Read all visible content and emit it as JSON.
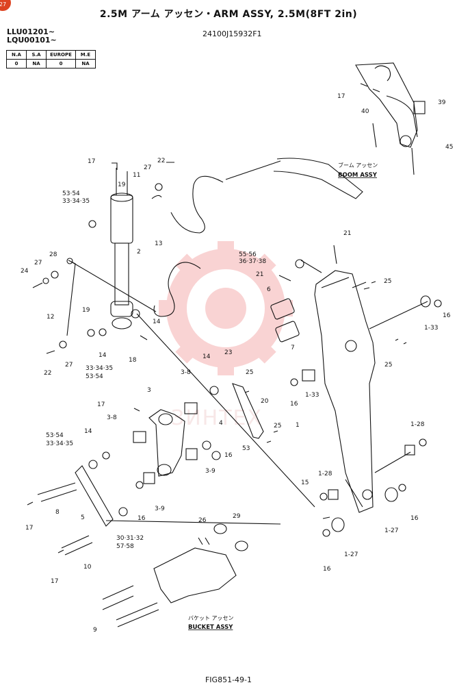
{
  "page": {
    "badge": "27",
    "title": "2.5M アーム アッセン・ARM ASSY, 2.5M(8FT 2in)",
    "serials": [
      "LLU01201~",
      "LQU00101~"
    ],
    "part_number": "24100J15932F1",
    "figure_code": "FIG851-49-1"
  },
  "region_table": {
    "headers": [
      "N.A",
      "S.A",
      "EUROPE",
      "M.E"
    ],
    "values": [
      "0",
      "NA",
      "0",
      "NA"
    ]
  },
  "assemblies": {
    "boom_jp": "ブーム アッセン",
    "boom_en": "BOOM ASSY",
    "bucket_jp": "バケット アッセン",
    "bucket_en": "BUCKET ASSY"
  },
  "callouts": [
    {
      "text": "17"
    },
    {
      "text": "40"
    },
    {
      "text": "39"
    },
    {
      "text": "45"
    },
    {
      "text": "17"
    },
    {
      "text": "22"
    },
    {
      "text": "27"
    },
    {
      "text": "11"
    },
    {
      "text": "19"
    },
    {
      "text": "53·54"
    },
    {
      "text": "33·34·35"
    },
    {
      "text": "13"
    },
    {
      "text": "2"
    },
    {
      "text": "28"
    },
    {
      "text": "27"
    },
    {
      "text": "24"
    },
    {
      "text": "12"
    },
    {
      "text": "19"
    },
    {
      "text": "14"
    },
    {
      "text": "14"
    },
    {
      "text": "33·34·35"
    },
    {
      "text": "53·54"
    },
    {
      "text": "18"
    },
    {
      "text": "22"
    },
    {
      "text": "27"
    },
    {
      "text": "55·56"
    },
    {
      "text": "36·37·38"
    },
    {
      "text": "21"
    },
    {
      "text": "21"
    },
    {
      "text": "6"
    },
    {
      "text": "25"
    },
    {
      "text": "7"
    },
    {
      "text": "16"
    },
    {
      "text": "1-33"
    },
    {
      "text": "25"
    },
    {
      "text": "23"
    },
    {
      "text": "14"
    },
    {
      "text": "25"
    },
    {
      "text": "16"
    },
    {
      "text": "1-33"
    },
    {
      "text": "3-8"
    },
    {
      "text": "20"
    },
    {
      "text": "4"
    },
    {
      "text": "25"
    },
    {
      "text": "17"
    },
    {
      "text": "3"
    },
    {
      "text": "3-8"
    },
    {
      "text": "1"
    },
    {
      "text": "1-28"
    },
    {
      "text": "14"
    },
    {
      "text": "53·54"
    },
    {
      "text": "33·34·35"
    },
    {
      "text": "53"
    },
    {
      "text": "16"
    },
    {
      "text": "3-9"
    },
    {
      "text": "1-28"
    },
    {
      "text": "15"
    },
    {
      "text": "8"
    },
    {
      "text": "5"
    },
    {
      "text": "16"
    },
    {
      "text": "3-9"
    },
    {
      "text": "17"
    },
    {
      "text": "1-27"
    },
    {
      "text": "16"
    },
    {
      "text": "26"
    },
    {
      "text": "29"
    },
    {
      "text": "30·31·32"
    },
    {
      "text": "57·58"
    },
    {
      "text": "1-27"
    },
    {
      "text": "10"
    },
    {
      "text": "16"
    },
    {
      "text": "17"
    },
    {
      "text": "9"
    }
  ],
  "watermark": "ЗИНТЕХ",
  "colors": {
    "ink": "#111111",
    "watermark": "#f2a0a0",
    "badge": "#dd4422"
  }
}
